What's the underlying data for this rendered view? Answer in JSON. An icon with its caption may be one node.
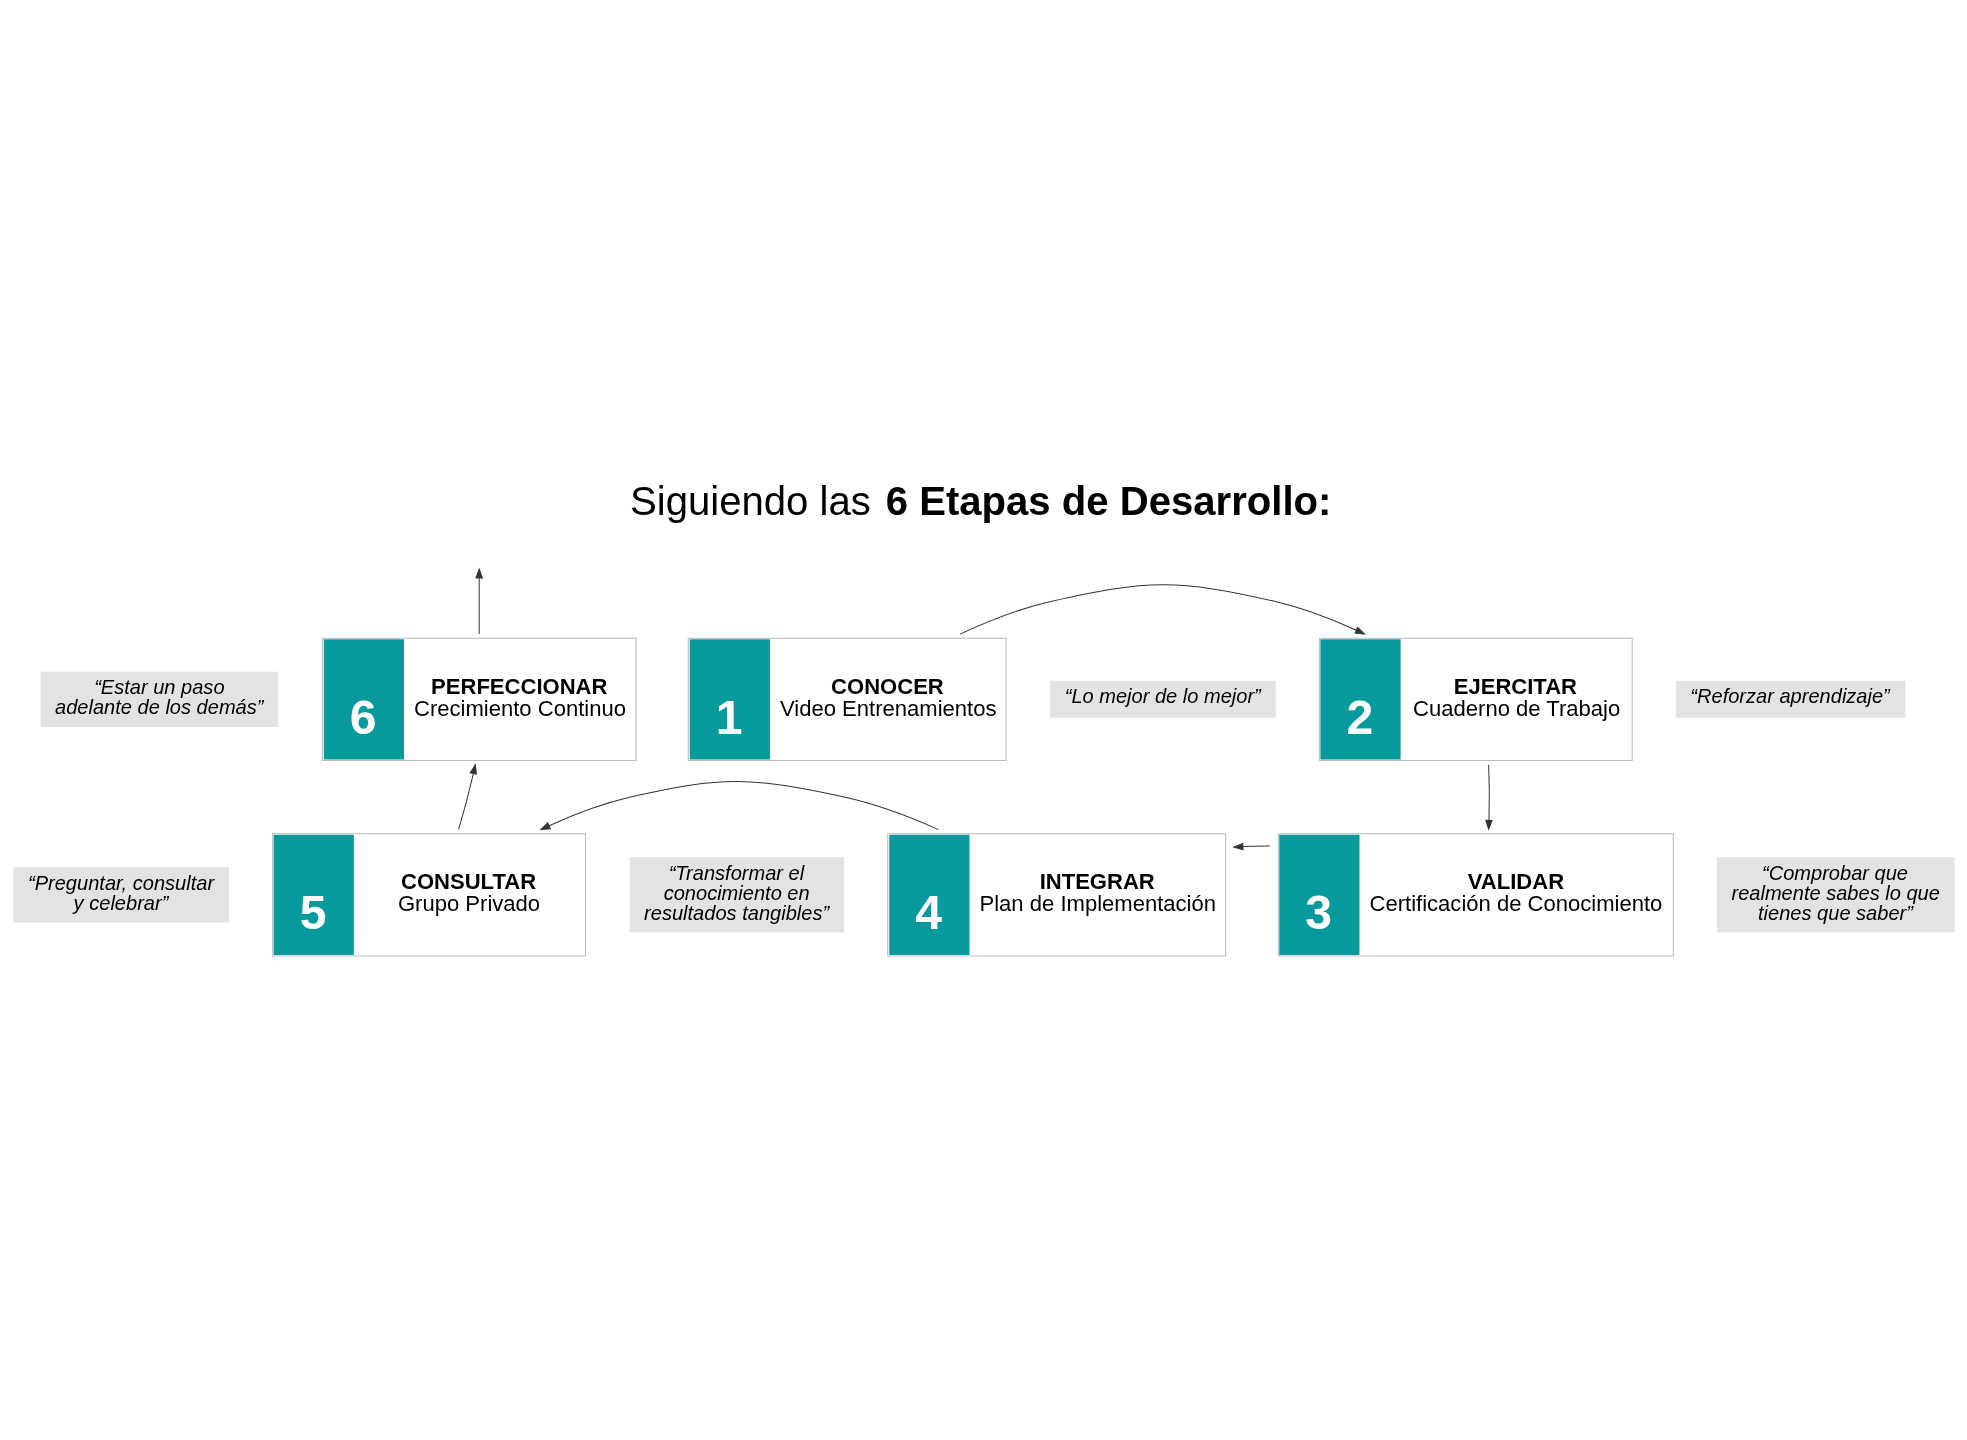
{
  "diagram": {
    "title": "Siguiendo las **6 Etapas de Desarrollo:**",
    "nodes": [
      {
        "text": [
          "1",
          "CONOCER",
          "Video Entrenamientos"
        ],
        "beside": [
          "“Lo mejor de lo mejor”"
        ]
      },
      {
        "text": [
          "2",
          "EJERCITAR",
          "Cuaderno de Trabajo"
        ],
        "beside": [
          "“Reforzar aprendizaje”"
        ]
      },
      {
        "text": [
          "3",
          "VALIDAR",
          "Certificación de Conocimiento"
        ],
        "beside": [
          "“Comprobar que realmente sabes lo que tienes que saber”"
        ]
      },
      {
        "text": [
          "4",
          "INTEGRAR",
          "Plan de Implementación"
        ],
        "beside": [
          "“Transformar el conocimiento en resultados tangibles”"
        ]
      },
      {
        "text": [
          "5",
          "CONSULTAR",
          "Grupo Privado"
        ],
        "beside": [
          "“Preguntar, consultar y celebrar”"
        ]
      },
      {
        "text": [
          "6",
          "PERFECCIONAR",
          "Crecimiento Continuo"
        ],
        "beside": [
          "“Estar un paso adelante de los demás”"
        ]
      }
    ],
    "edges": [
      {
        "from": 0,
        "to": 1,
        "arrow": "to"
      },
      {
        "from": 1,
        "to": 2,
        "arrow": "to"
      },
      {
        "from": 2,
        "to": 3,
        "arrow": "to"
      },
      {
        "from": 3,
        "to": 4,
        "arrow": "to"
      },
      {
        "from": 4,
        "to": 5,
        "arrow": "to"
      },
      {
        "from": 5,
        "to": null,
        "arrow": "to"
      }
    ]
  }
}
